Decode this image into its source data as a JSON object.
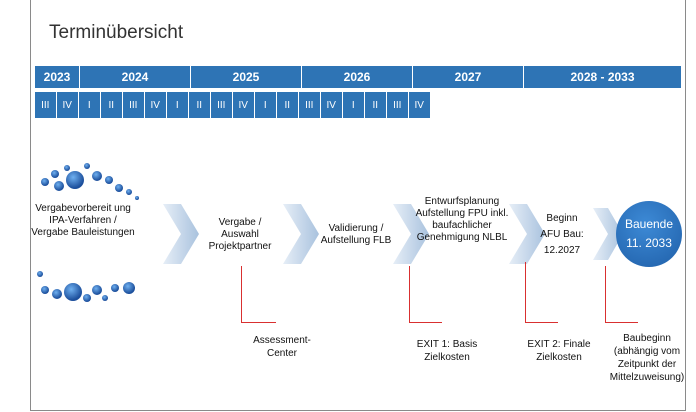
{
  "title": "Terminübersicht",
  "years": [
    "2023",
    "2024",
    "2025",
    "2026",
    "2027",
    "2028 - 2033"
  ],
  "quarters": [
    "III",
    "IV",
    "I",
    "II",
    "III",
    "IV",
    "I",
    "II",
    "III",
    "IV",
    "I",
    "II",
    "III",
    "IV",
    "I",
    "II",
    "III",
    "IV"
  ],
  "steps": [
    {
      "text": "Vergabevorbereit ung IPA-Verfahren / Vergabe Bauleistungen"
    },
    {
      "text": "Vergabe / Auswahl Projektpartner"
    },
    {
      "text": "Validierung / Aufstellung FLB"
    },
    {
      "text": "Entwurfsplanung Aufstellung FPU inkl. baufachlicher Genehmigung NLBL"
    },
    {
      "text": "Beginn AFU Bau: 12.2027"
    }
  ],
  "end": {
    "line1": "Bauende",
    "line2": "11. 2033"
  },
  "notes": [
    {
      "text": "Assessment-Center"
    },
    {
      "text": "EXIT 1: Basis Zielkosten"
    },
    {
      "text": "EXIT 2: Finale Zielkosten"
    },
    {
      "text": "Baubeginn (abhängig vom Zeitpunkt der Mittelzuweisung)"
    }
  ],
  "colors": {
    "bar": "#2e74b5",
    "accent": "#d93030",
    "arrow": "#b9cde3"
  }
}
